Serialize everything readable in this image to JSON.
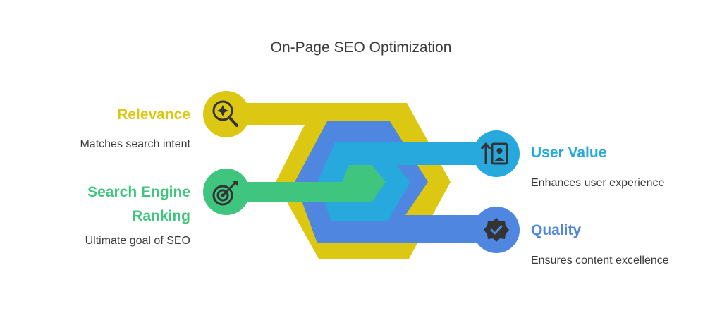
{
  "title": "On-Page SEO Optimization",
  "colors": {
    "yellow": "#DCC712",
    "blue": "#4F86E0",
    "cyan": "#27A9DD",
    "green": "#3FC57E",
    "icon_dark": "#333333"
  },
  "items": [
    {
      "key": "relevance",
      "label": "Relevance",
      "description": "Matches search intent",
      "color": "#DCC712",
      "icon": "search-sparkle-icon"
    },
    {
      "key": "ranking",
      "label": "Search Engine Ranking",
      "label_line1": "Search Engine",
      "label_line2": "Ranking",
      "description": "Ultimate goal of SEO",
      "color": "#3FC57E",
      "icon": "target-icon"
    },
    {
      "key": "user_value",
      "label": "User Value",
      "description": "Enhances user experience",
      "color": "#27A9DD",
      "icon": "upload-user-icon"
    },
    {
      "key": "quality",
      "label": "Quality",
      "description": "Ensures content excellence",
      "color": "#4F86E0",
      "icon": "badge-check-icon"
    }
  ]
}
